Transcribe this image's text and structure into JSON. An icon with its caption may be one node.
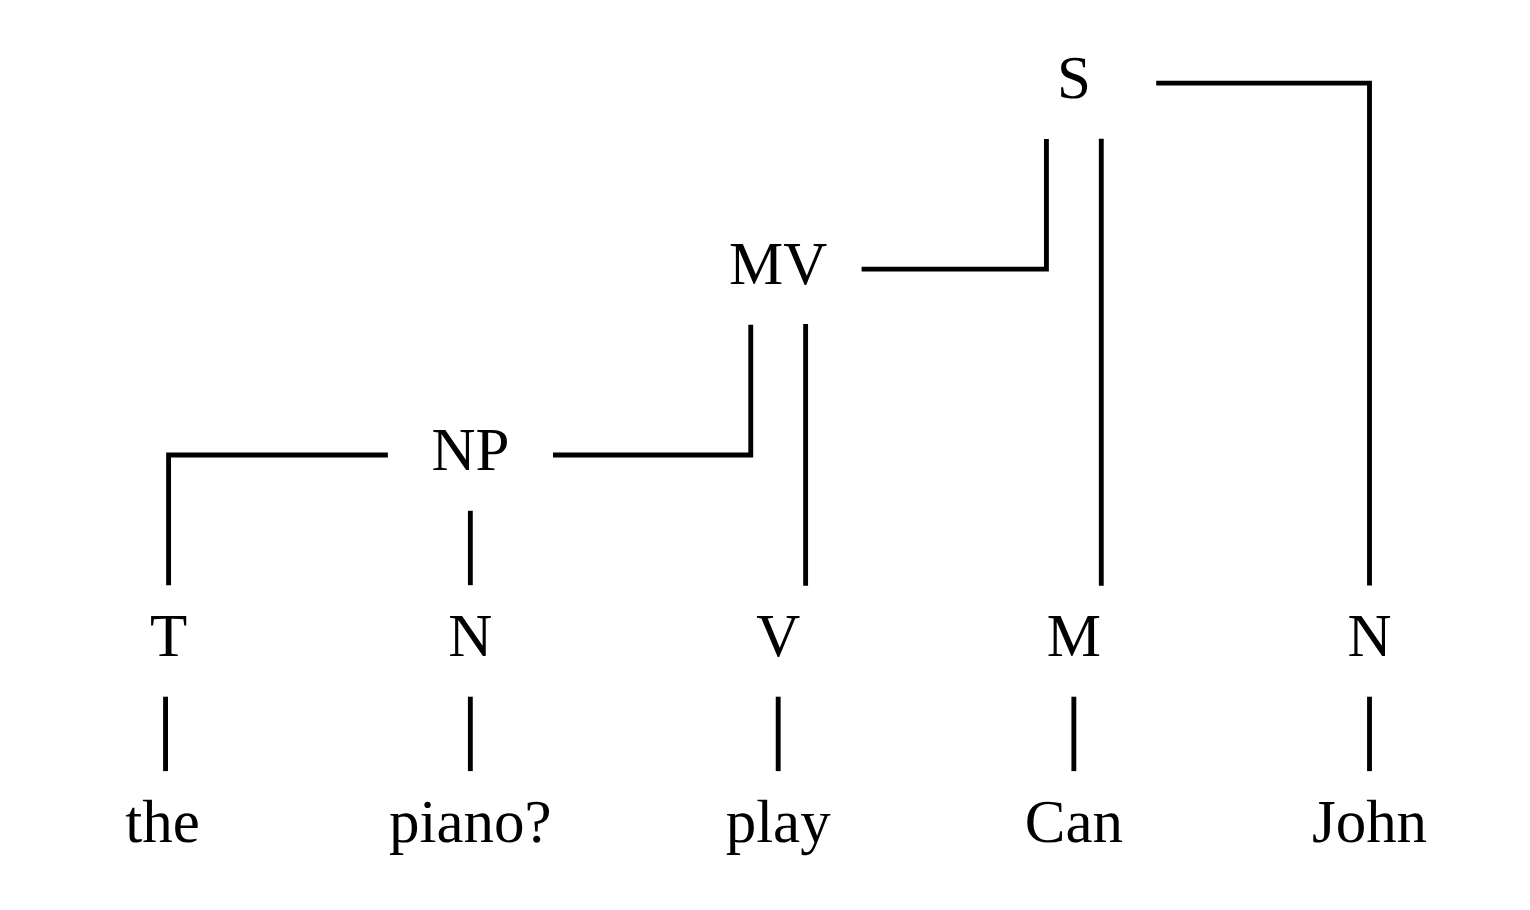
{
  "diagram": {
    "nodes": [
      {
        "text": [
          "S"
        ]
      },
      {
        "text": [
          "MV"
        ]
      },
      {
        "text": [
          "NP"
        ]
      },
      {
        "text": [
          "M"
        ]
      },
      {
        "text": [
          "N"
        ]
      },
      {
        "text": [
          "V"
        ]
      },
      {
        "text": [
          "T"
        ]
      },
      {
        "text": [
          "N"
        ]
      },
      {
        "text": [
          "Can"
        ]
      },
      {
        "text": [
          "John"
        ]
      },
      {
        "text": [
          "play"
        ]
      },
      {
        "text": [
          "the"
        ]
      },
      {
        "text": [
          "piano?"
        ]
      }
    ],
    "edges": [
      {
        "from": 0,
        "to": 3,
        "arrow": "none"
      },
      {
        "from": 0,
        "to": 4,
        "arrow": "none"
      },
      {
        "from": 0,
        "to": 1,
        "arrow": "none"
      },
      {
        "from": 1,
        "to": 5,
        "arrow": "none"
      },
      {
        "from": 1,
        "to": 2,
        "arrow": "none"
      },
      {
        "from": 2,
        "to": 6,
        "arrow": "none"
      },
      {
        "from": 2,
        "to": 7,
        "arrow": "none"
      },
      {
        "from": 3,
        "to": 8,
        "arrow": "none"
      },
      {
        "from": 4,
        "to": 9,
        "arrow": "none"
      },
      {
        "from": 5,
        "to": 10,
        "arrow": "none"
      },
      {
        "from": 6,
        "to": 11,
        "arrow": "none"
      },
      {
        "from": 7,
        "to": 12,
        "arrow": "none"
      }
    ]
  }
}
